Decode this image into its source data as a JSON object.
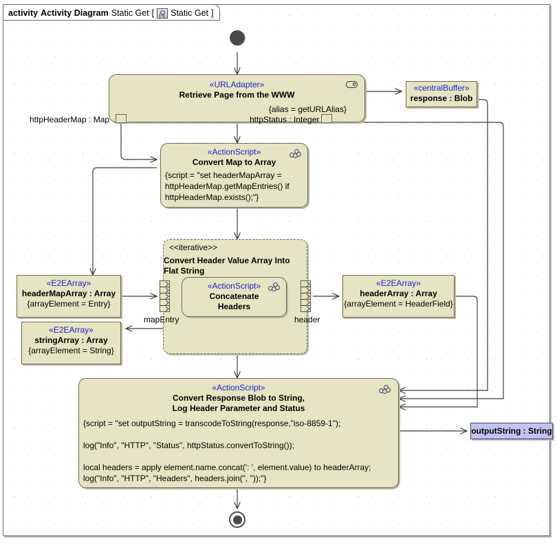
{
  "header": {
    "keyword": "activity",
    "kind": "Activity Diagram",
    "name": "Static Get",
    "bracket_open": "[",
    "icon": "activity-diagram-icon",
    "inner_name": "Static Get",
    "bracket_close": "]"
  },
  "colors": {
    "node_fill": "#e5e4c3",
    "node_border": "#6b6b52",
    "stereotype_text": "#2222cc",
    "output_fill": "#c3c3f2",
    "edge": "#3b3b3b",
    "canvas": "#ffffff"
  },
  "nodes": {
    "initial": {
      "name": "initial-node"
    },
    "retrieve_page": {
      "stereotype": "«URLAdapter»",
      "name": "Retrieve Page from the WWW",
      "property": "{alias = getURLAlias}",
      "icon": "url-adapter-icon"
    },
    "central_buffer": {
      "stereotype": "«centralBuffer»",
      "name": "response : Blob"
    },
    "convert_map": {
      "stereotype": "«ActionScript»",
      "name": "Convert Map to Array",
      "icon": "script-icon",
      "script_lines": [
        "{script = \"set headerMapArray =",
        "httpHeaderMap.getMapEntries() if",
        "httpHeaderMap.exists();\"}"
      ]
    },
    "iterative_region": {
      "keyword": "<<iterative>>",
      "name_lines": [
        "Convert Header Value Array Into",
        "Flat String"
      ]
    },
    "concatenate": {
      "stereotype": "«ActionScript»",
      "name_lines": [
        "Concatenate",
        "Headers"
      ],
      "icon": "script-icon"
    },
    "header_map_array": {
      "stereotype": "«E2EArray»",
      "name": "headerMapArray : Array",
      "property": "{arrayElement = Entry}"
    },
    "string_array": {
      "stereotype": "«E2EArray»",
      "name": "stringArray : Array",
      "property": "{arrayElement = String}"
    },
    "header_array": {
      "stereotype": "«E2EArray»",
      "name": "headerArray : Array",
      "property": "{arrayElement = HeaderField}"
    },
    "convert_response": {
      "stereotype": "«ActionScript»",
      "name_lines": [
        "Convert Response Blob to String,",
        "Log Header Parameter and Status"
      ],
      "icon": "script-icon",
      "script_lines": [
        "{script = \"set outputString = transcodeToString(response,\"iso-8859-1\");",
        "",
        "log(\"Info\", \"HTTP\", \"Status\", httpStatus.convertToString());",
        "",
        "local headers = apply element.name.concat(': ', element.value) to headerArray;",
        "log(\"Info\", \"HTTP\", \"Headers\", headers.join(\", \"));\"}"
      ]
    },
    "output_string": {
      "name": "outputString : String"
    },
    "final": {
      "name": "final-node"
    }
  },
  "pins": {
    "http_header_map": "httpHeaderMap : Map",
    "http_status": "httpStatus : Integer",
    "map_entry": "mapEntry",
    "header": "header"
  }
}
